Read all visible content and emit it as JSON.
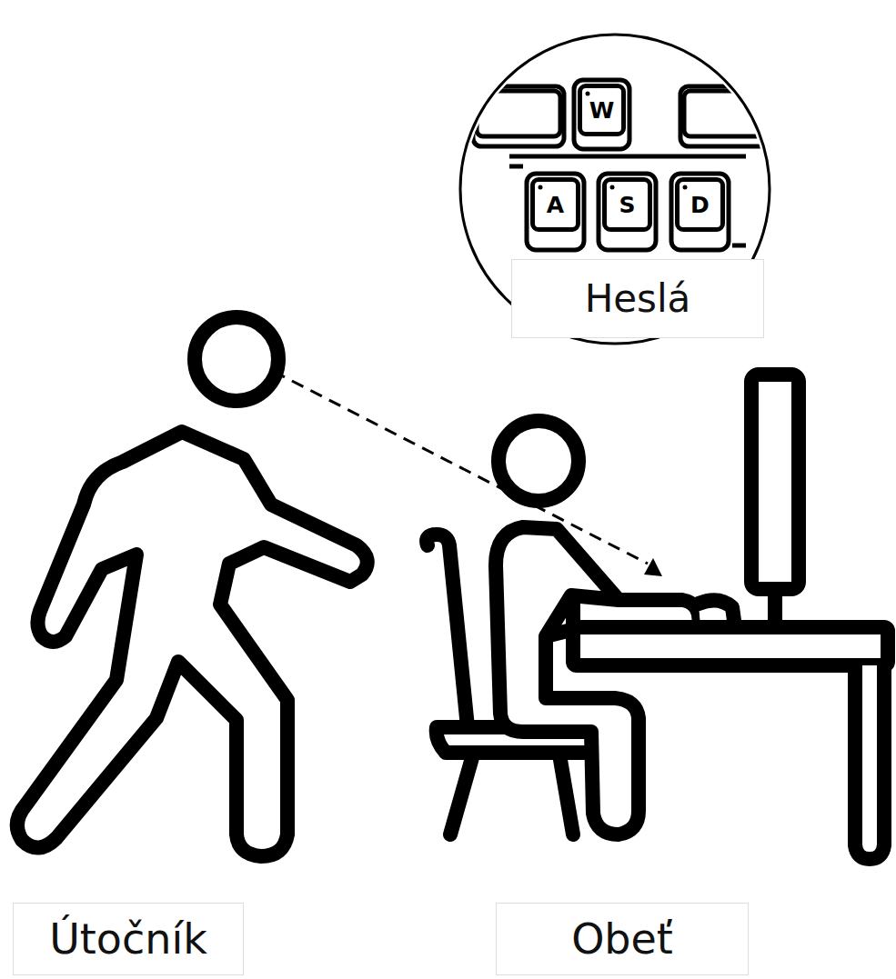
{
  "diagram": {
    "nodes": [
      {
        "text": [
          "W"
        ]
      },
      {
        "text": [
          "A"
        ]
      },
      {
        "text": [
          "S"
        ]
      },
      {
        "text": [
          "D"
        ]
      },
      {
        "text": [
          "Heslá"
        ]
      },
      {
        "text": [
          "Útočník"
        ]
      },
      {
        "text": [
          "Obeť"
        ]
      }
    ]
  }
}
